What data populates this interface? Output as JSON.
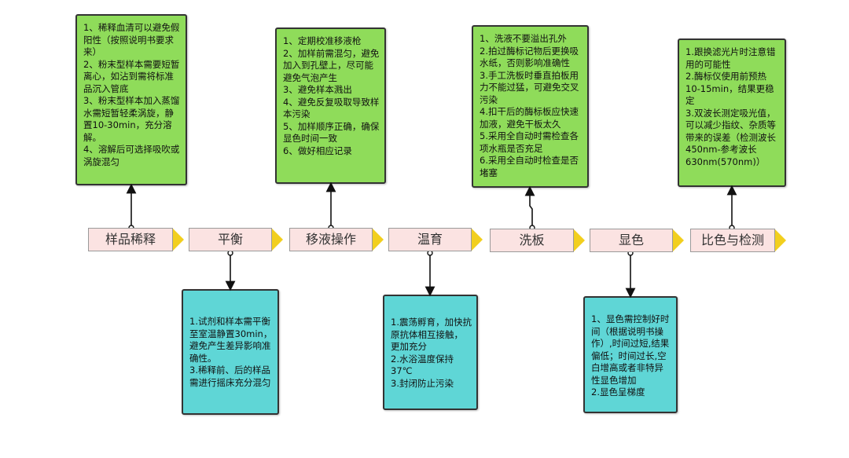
{
  "colors": {
    "upper_box": "#8fdc5a",
    "lower_box": "#5fd6d6",
    "step_fill": "#fbe3e2",
    "step_arrow": "#f2cf1e"
  },
  "steps": [
    {
      "label": "样品稀释"
    },
    {
      "label": "平衡"
    },
    {
      "label": "移液操作"
    },
    {
      "label": "温育"
    },
    {
      "label": "洗板"
    },
    {
      "label": "显色"
    },
    {
      "label": "比色与检测"
    }
  ],
  "notes_above": [
    {
      "text": "1、稀释血清可以避免假阳性（按照说明书要求来）\n2、粉末型样本需要短暂离心，如沾到需将标准品沉入管底\n3、粉末型样本加入蒸馏水需短暂轻柔涡旋，静置10-30min，充分溶解。\n4、溶解后可选择吸吹或涡旋混匀"
    },
    {
      "text": "1、定期校准移液枪\n2、加样前需混匀，避免加入到孔壁上，尽可能避免气泡产生\n3、避免样本溅出\n4、避免反复吸取导致样本污染\n5、加样顺序正确，确保显色时间一致\n6、做好相应记录"
    },
    {
      "text": "1、洗液不要溢出孔外\n2.拍过酶标记物后更换吸水纸，否则影响准确性\n3.手工洗板时垂直拍板用力不能过猛，可避免交叉污染\n4.扣干后的酶标板应快速加液，避免干板太久\n5.采用全自动时需检查各项水瓶是否充足\n6.采用全自动时检查是否堵塞"
    },
    {
      "text": "1.跟换滤光片时注意错用的可能性\n2.酶标仪使用前预热10-15min，结果更稳定\n3.双波长测定吸光值，可以减少指纹、杂质等带来的误差（检测波长450nm-参考波长630nm(570nm)）"
    }
  ],
  "notes_below": [
    {
      "text": "1.试剂和样本需平衡至室温静置30min，避免产生差异影响准确性。\n3.稀释前、后的样品需进行摇床充分混匀"
    },
    {
      "text": "1.震荡孵育，加快抗原抗体相互接触，更加充分\n2.水浴温度保持37℃\n3.封闭防止污染"
    },
    {
      "text": "1、显色需控制好时间（根据说明书操作）,时间过短,结果偏低；时间过长,空白增高或者非特异性显色增加\n2.显色呈梯度"
    }
  ]
}
